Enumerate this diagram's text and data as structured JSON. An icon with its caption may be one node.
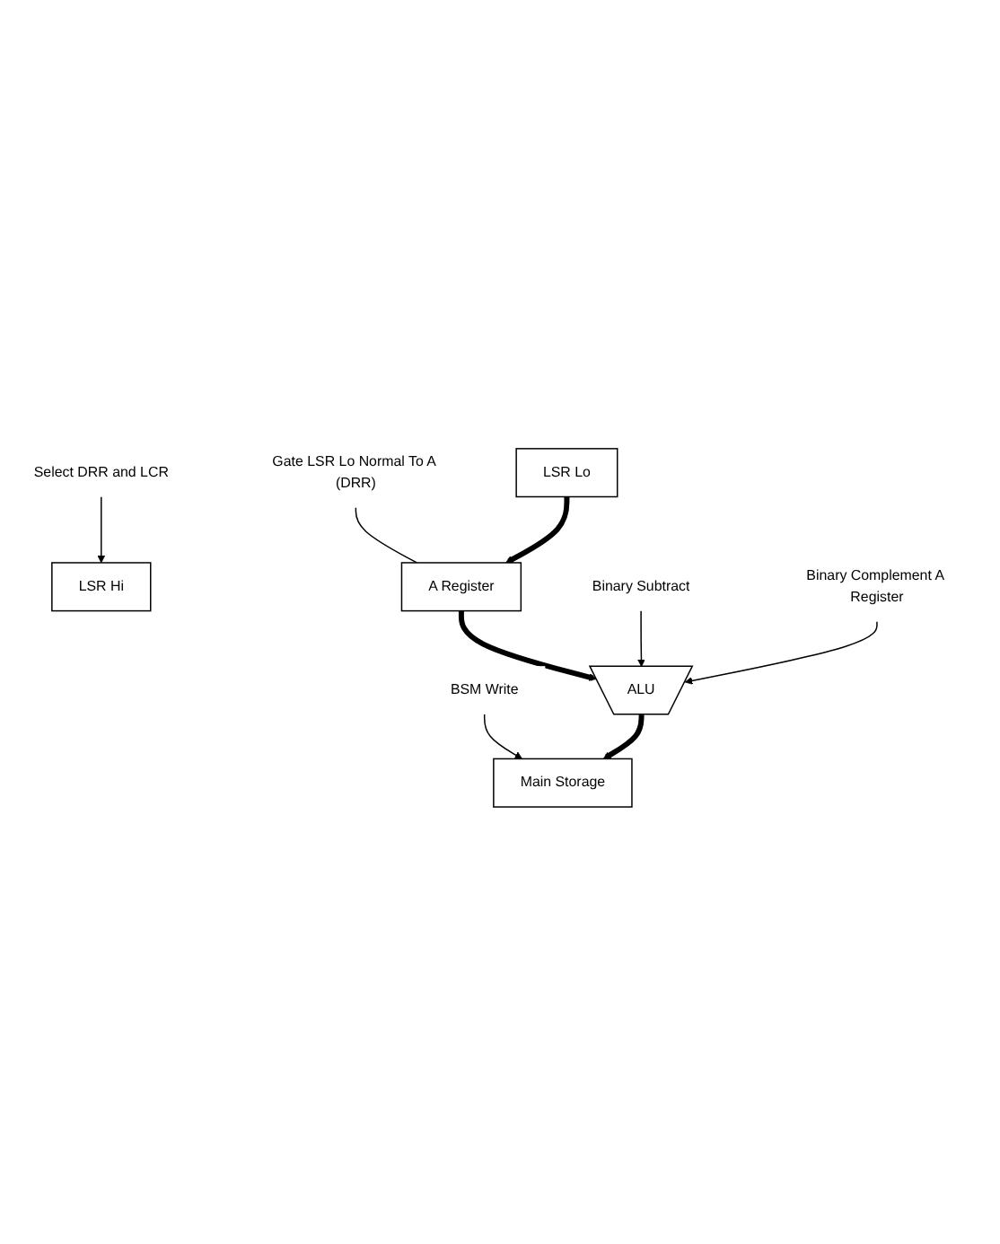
{
  "diagram": {
    "nodes": [
      {
        "text": [
          "Main Storage"
        ]
      },
      {
        "text": [
          "A Register"
        ]
      },
      {
        "text": [
          "ALU"
        ]
      },
      {
        "text": [
          "LSR Hi"
        ]
      },
      {
        "text": [
          "LSR Lo"
        ]
      },
      {
        "text": [
          "Gate LSR Lo Normal To A (DRR)"
        ]
      },
      {
        "text": [
          "BSM Write"
        ]
      },
      {
        "text": [
          "Binary Subtract"
        ]
      },
      {
        "text": [
          "Binary Complement A Register"
        ]
      },
      {
        "text": [
          "Select DRR and LCR"
        ]
      }
    ],
    "edges": [
      {
        "from": 5,
        "to": 1,
        "arrow": "none"
      },
      {
        "from": 6,
        "to": 0,
        "arrow": "to"
      },
      {
        "from": 1,
        "to": 2,
        "arrow": "to",
        "style": "thick"
      },
      {
        "from": 7,
        "to": 2,
        "arrow": "to"
      },
      {
        "from": 8,
        "to": 2,
        "arrow": "to"
      },
      {
        "from": 2,
        "to": 0,
        "arrow": "to",
        "style": "thick"
      },
      {
        "from": 9,
        "to": 3,
        "arrow": "to"
      },
      {
        "from": 4,
        "to": 1,
        "arrow": "to",
        "style": "thick"
      }
    ]
  }
}
